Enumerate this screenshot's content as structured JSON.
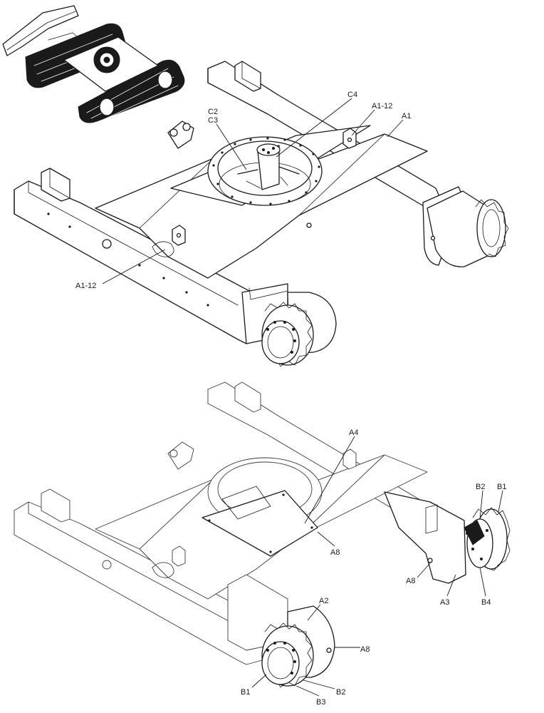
{
  "diagram": {
    "callouts": {
      "c4": "C4",
      "a1_12_top": "A1-12",
      "a1": "A1",
      "c2": "C2",
      "c3": "C3",
      "a1_12_left": "A1-12",
      "a4": "A4",
      "a8_plate": "A8",
      "b2_right": "B2",
      "b1_right": "B1",
      "a8_right": "A8",
      "a3": "A3",
      "b4": "B4",
      "a2": "A2",
      "a8_front": "A8",
      "b1_front": "B1",
      "b2_front": "B2",
      "b3": "B3"
    }
  }
}
